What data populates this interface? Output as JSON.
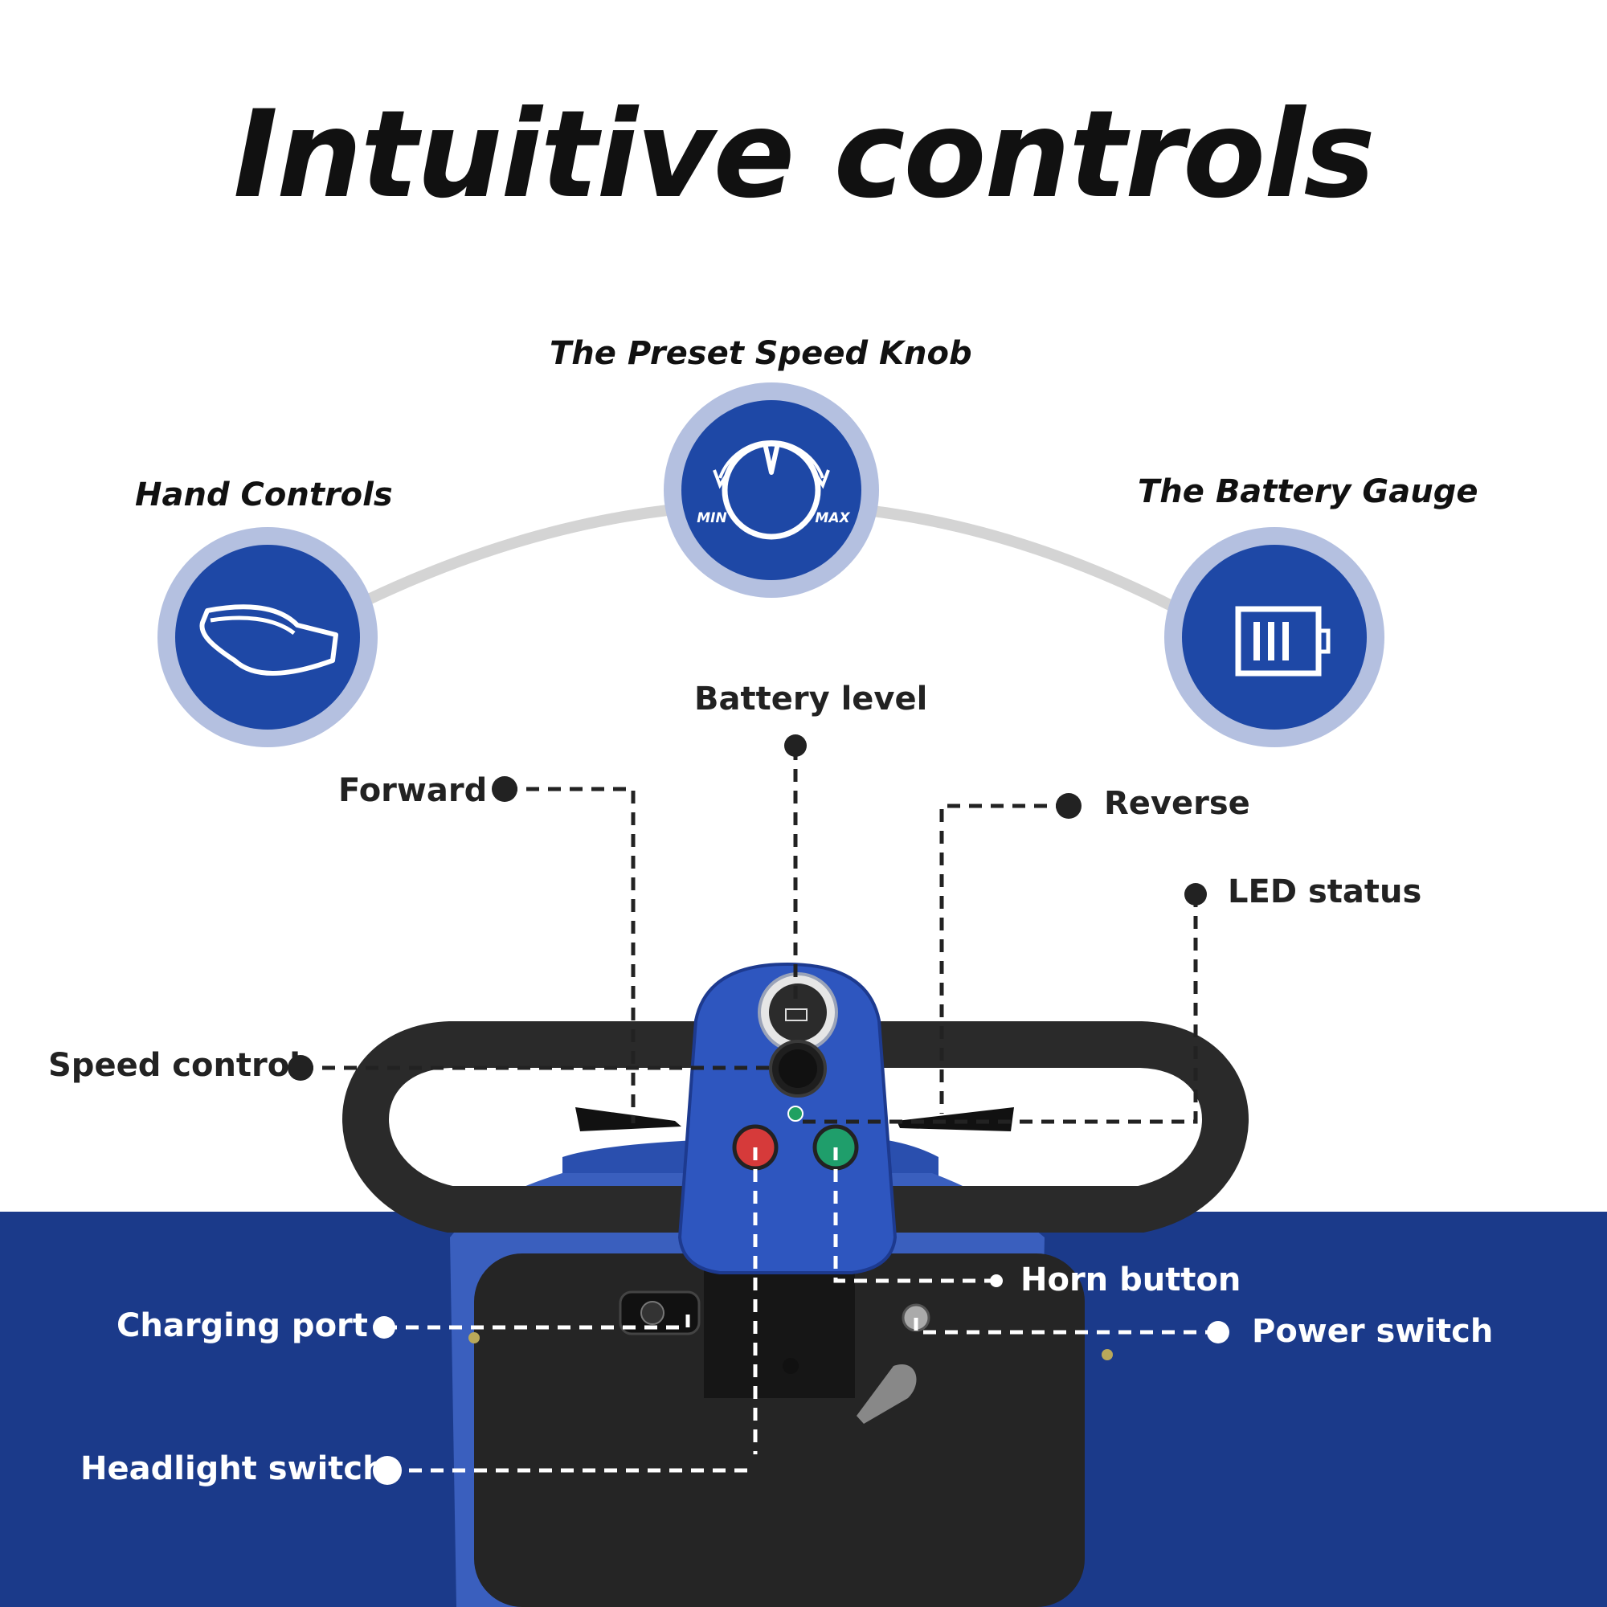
{
  "title": "Intuitive controls",
  "features": {
    "speed_knob": {
      "title": "The Preset Speed Knob",
      "min_label": "MIN",
      "max_label": "MAX"
    },
    "hand_controls": {
      "title": "Hand Controls"
    },
    "battery_gauge": {
      "title": "The Battery Gauge"
    }
  },
  "callouts": {
    "battery_level": "Battery level",
    "forward": "Forward",
    "reverse": "Reverse",
    "led_status": "LED status",
    "speed_control": "Speed control",
    "horn_button": "Horn button",
    "charging_port": "Charging port",
    "power_switch": "Power switch",
    "headlight_switch": "Headlight switch"
  },
  "colors": {
    "brand_blue": "#1b3a8a",
    "icon_blue": "#1e48a6",
    "ring_light": "#b4c0e0",
    "arc_gray": "#d4d4d4",
    "handlebar": "#2a2a2a",
    "horn_button": "#1f9e6b",
    "headlight_button": "#d63a3a"
  }
}
